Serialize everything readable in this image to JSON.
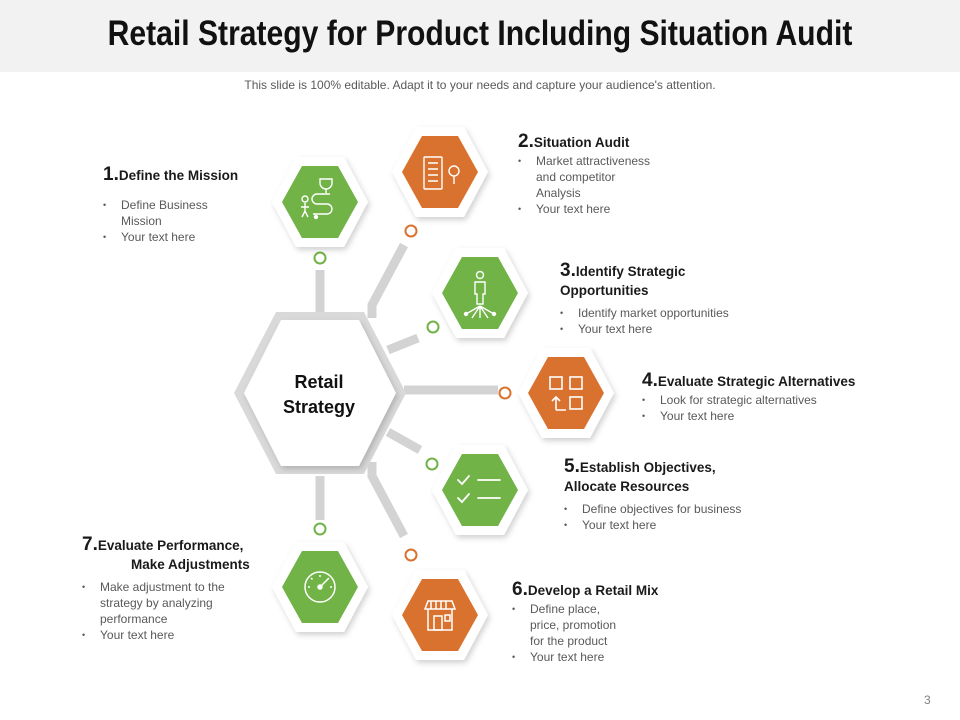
{
  "title": "Retail Strategy for Product Including Situation Audit",
  "subtitle": "This slide is 100% editable. Adapt it to your needs and capture your audience's attention.",
  "center": {
    "line1": "Retail",
    "line2": "Strategy"
  },
  "colors": {
    "green": "#71b347",
    "orange": "#d9722e",
    "connector": "#d3d3d3"
  },
  "items": [
    {
      "num": "1.",
      "title": "Define the Mission",
      "bullets": [
        "Define Business",
        "Mission",
        "Your text here"
      ],
      "icon": "trophy-path-icon"
    },
    {
      "num": "2.",
      "title": "Situation Audit",
      "bullets": [
        "Market attractiveness",
        "and  competitor",
        "Analysis",
        "Your text here"
      ],
      "icon": "audit-document-icon"
    },
    {
      "num": "3.",
      "title_l1": "Identify Strategic",
      "title_l2": "Opportunities",
      "bullets": [
        "Identify market opportunities",
        "Your text here"
      ],
      "icon": "person-opportunities-icon"
    },
    {
      "num": "4.",
      "title": "Evaluate Strategic Alternatives",
      "bullets": [
        "Look for strategic alternatives",
        "Your text here"
      ],
      "icon": "alternatives-icon"
    },
    {
      "num": "5.",
      "title_l1": "Establish Objectives,",
      "title_l2": "Allocate Resources",
      "bullets": [
        "Define objectives for business",
        "Your text here"
      ],
      "icon": "checklist-icon"
    },
    {
      "num": "6.",
      "title": "Develop a Retail Mix",
      "bullets": [
        "Define place,",
        "price, promotion",
        "for the product",
        "Your text here"
      ],
      "icon": "storefront-icon"
    },
    {
      "num": "7.",
      "title_l1": "Evaluate Performance,",
      "title_l2": "Make Adjustments",
      "bullets": [
        "Make adjustment to the",
        "strategy by analyzing",
        "performance",
        "Your text here"
      ],
      "icon": "gauge-icon"
    }
  ],
  "page_number": "3"
}
